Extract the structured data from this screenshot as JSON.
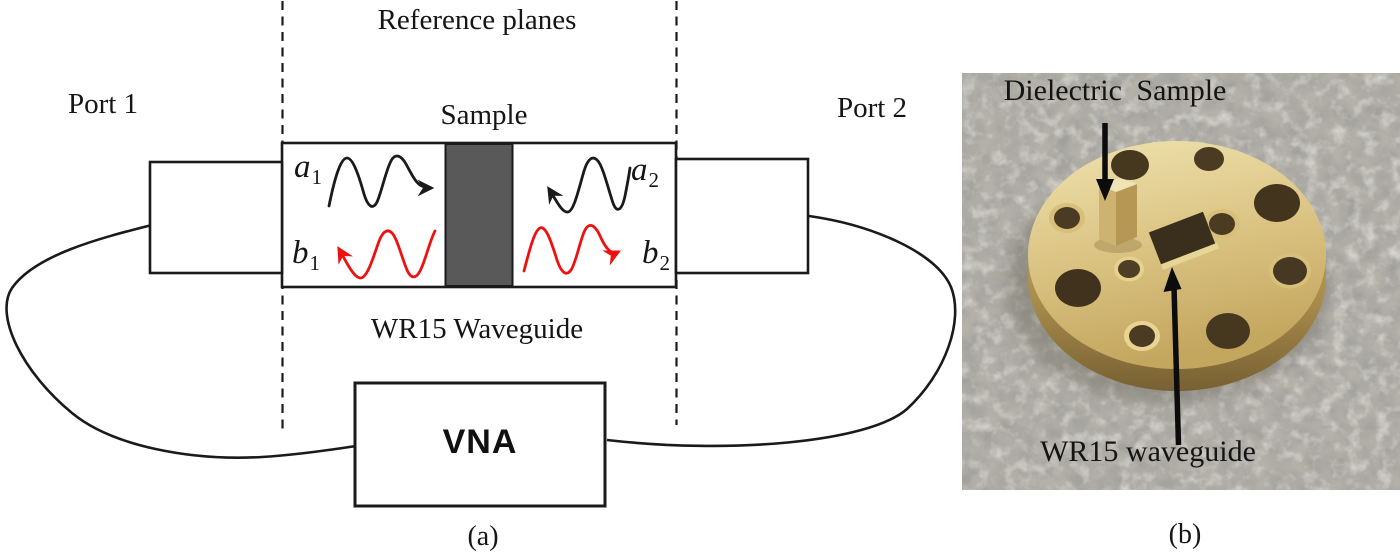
{
  "panel_a": {
    "caption": "(a)",
    "port1_label": "Port 1",
    "port2_label": "Port 2",
    "reference_planes_label": "Reference planes",
    "sample_label": "Sample",
    "waveguide_label": "WR15 Waveguide",
    "vna_label": "VNA",
    "waves": {
      "a1": {
        "base": "a",
        "sub": "1"
      },
      "b1": {
        "base": "b",
        "sub": "1"
      },
      "a2": {
        "base": "a",
        "sub": "2"
      },
      "b2": {
        "base": "b",
        "sub": "2"
      }
    },
    "colors": {
      "line": "#1a1a1a",
      "incident_wave": "#1a1a1a",
      "reflected_wave": "#ee1111",
      "sample_fill": "#595959"
    }
  },
  "panel_b": {
    "caption": "(b)",
    "dielectric_sample_label": "Dielectric Sample",
    "wr15_waveguide_label": "WR15 waveguide",
    "colors": {
      "brass": "#d8c17e",
      "granite": "#b4b1a9",
      "hole": "#46381f",
      "arrow": "#0c0c0c"
    }
  }
}
